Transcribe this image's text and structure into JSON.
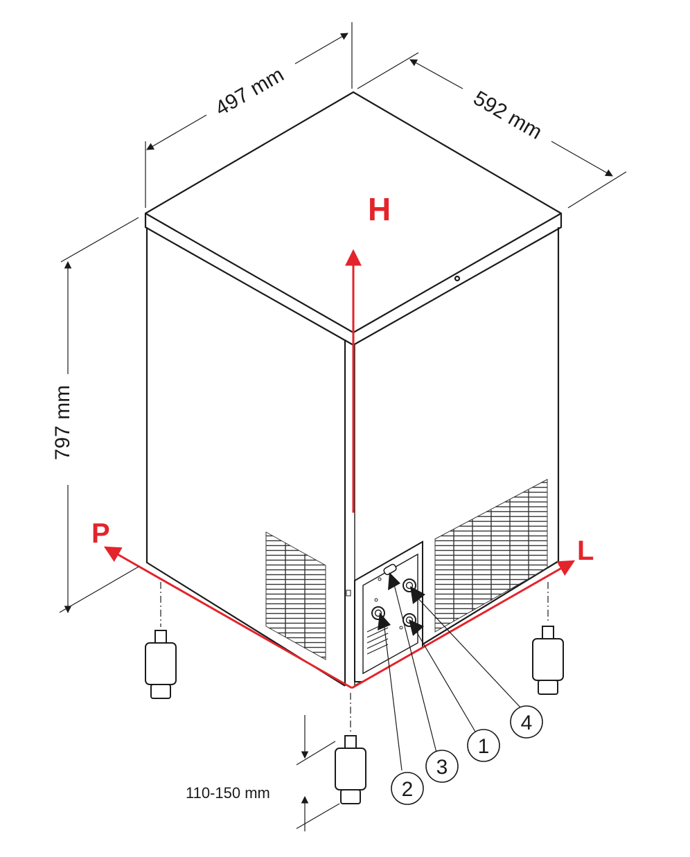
{
  "dimensions": {
    "width": "497 mm",
    "depth": "592 mm",
    "height": "797 mm",
    "foot_height": "110-150 mm"
  },
  "axes": {
    "height_label": "H",
    "depth_label": "P",
    "length_label": "L"
  },
  "connections": [
    {
      "number": "1"
    },
    {
      "number": "2"
    },
    {
      "number": "3"
    },
    {
      "number": "4"
    }
  ],
  "colors": {
    "axis": "#e3242b",
    "line": "#1a1a1a"
  }
}
